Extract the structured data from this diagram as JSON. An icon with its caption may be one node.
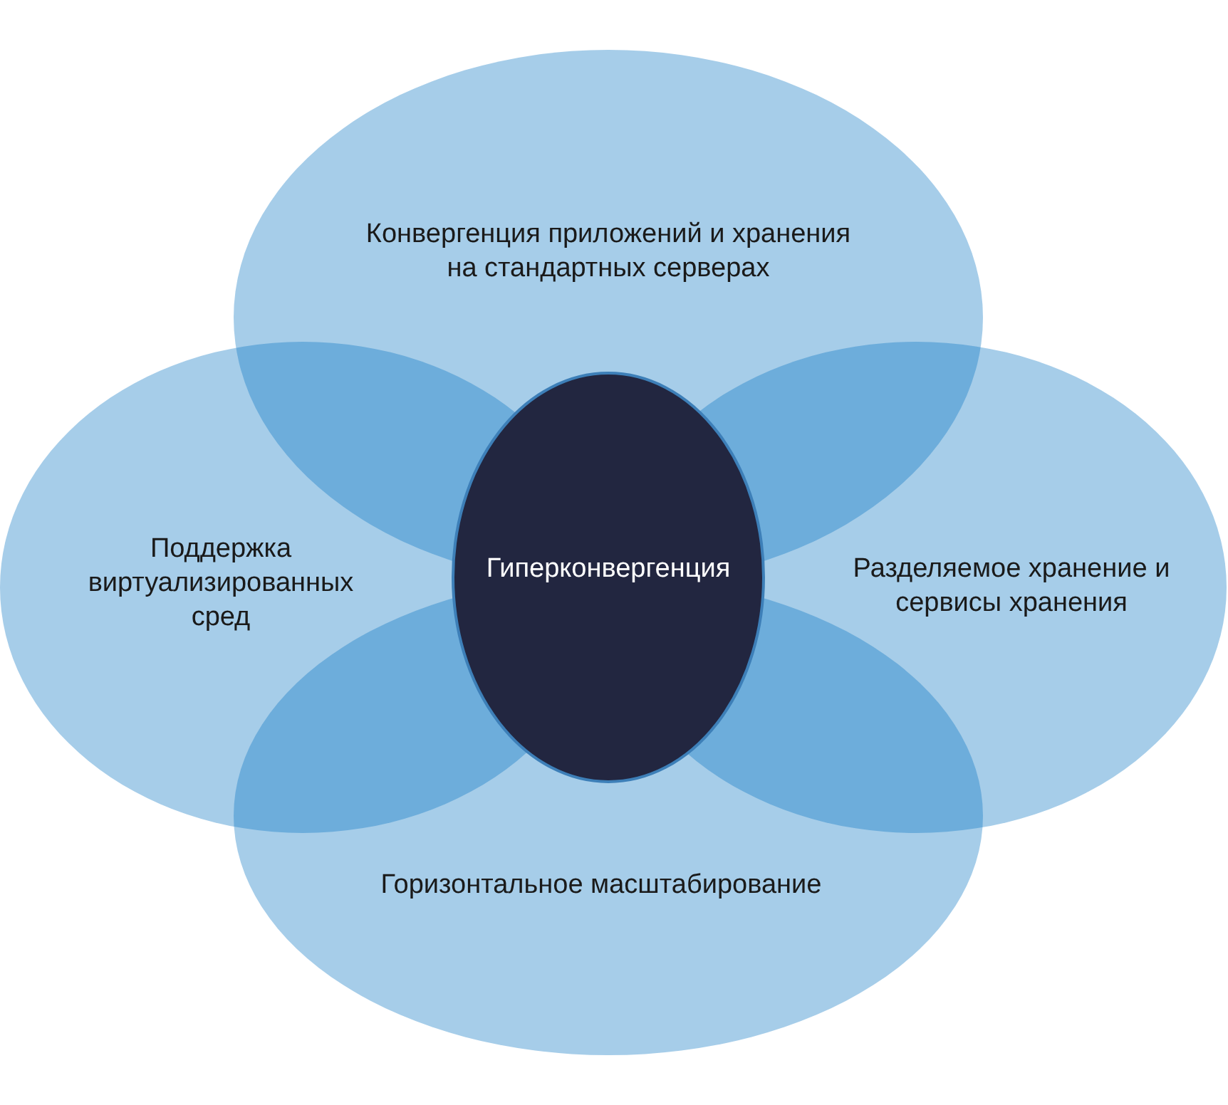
{
  "diagram": {
    "nodes": [
      {
        "text": [
          "Конвергенция приложений и хранения на стандартных серверах"
        ]
      },
      {
        "text": [
          "Поддержка виртуализированных сред"
        ]
      },
      {
        "text": [
          "Разделяемое хранение и сервисы хранения"
        ]
      },
      {
        "text": [
          "Горизонтальное масштабирование"
        ]
      },
      {
        "text": [
          "Гиперконвергенция"
        ]
      }
    ]
  }
}
